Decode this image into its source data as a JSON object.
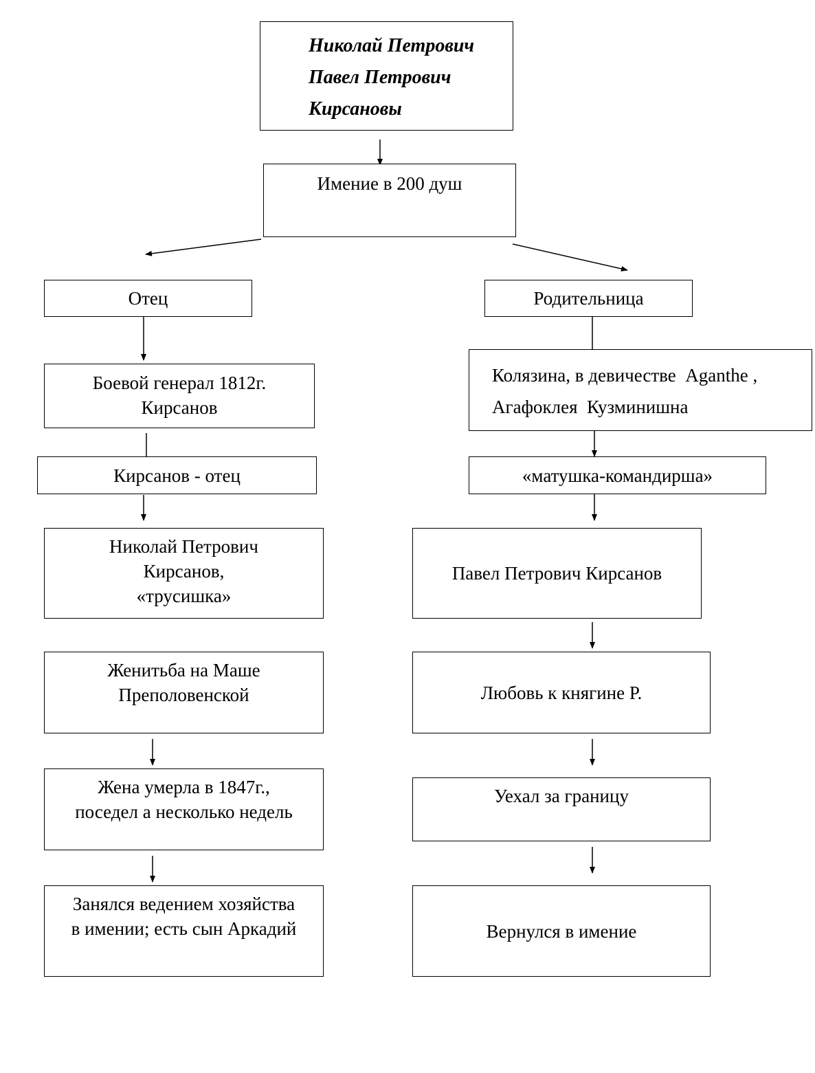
{
  "root": {
    "lines": [
      "Николай Петрович",
      "Павел Петрович",
      "Кирсановы"
    ]
  },
  "estate": {
    "label": "Имение в 200 душ"
  },
  "left_branch": {
    "header": "Отец",
    "general": [
      "Боевой генерал 1812г.",
      "Кирсанов"
    ],
    "father": "Кирсанов - отец",
    "nikolai": [
      "Николай Петрович",
      "Кирсанов,",
      "«трусишка»"
    ],
    "marriage": [
      "Женитьба на Маше",
      "Преполовенской"
    ],
    "wife_died": [
      "Жена умерла в 1847г.,",
      "поседел а несколько недель"
    ],
    "farming": [
      "Занялся ведением хозяйства",
      "в имении; есть сын Аркадий"
    ]
  },
  "right_branch": {
    "header": "Родительница",
    "mother": [
      "Колязина, в девичестве  Aganthe ,",
      "Агафоклея  Кузминишна"
    ],
    "nickname": "«матушка-командирша»",
    "pavel": "Павел Петрович Кирсанов",
    "love": "Любовь к княгине Р.",
    "abroad": "Уехал за границу",
    "returned": "Вернулся в имение"
  }
}
